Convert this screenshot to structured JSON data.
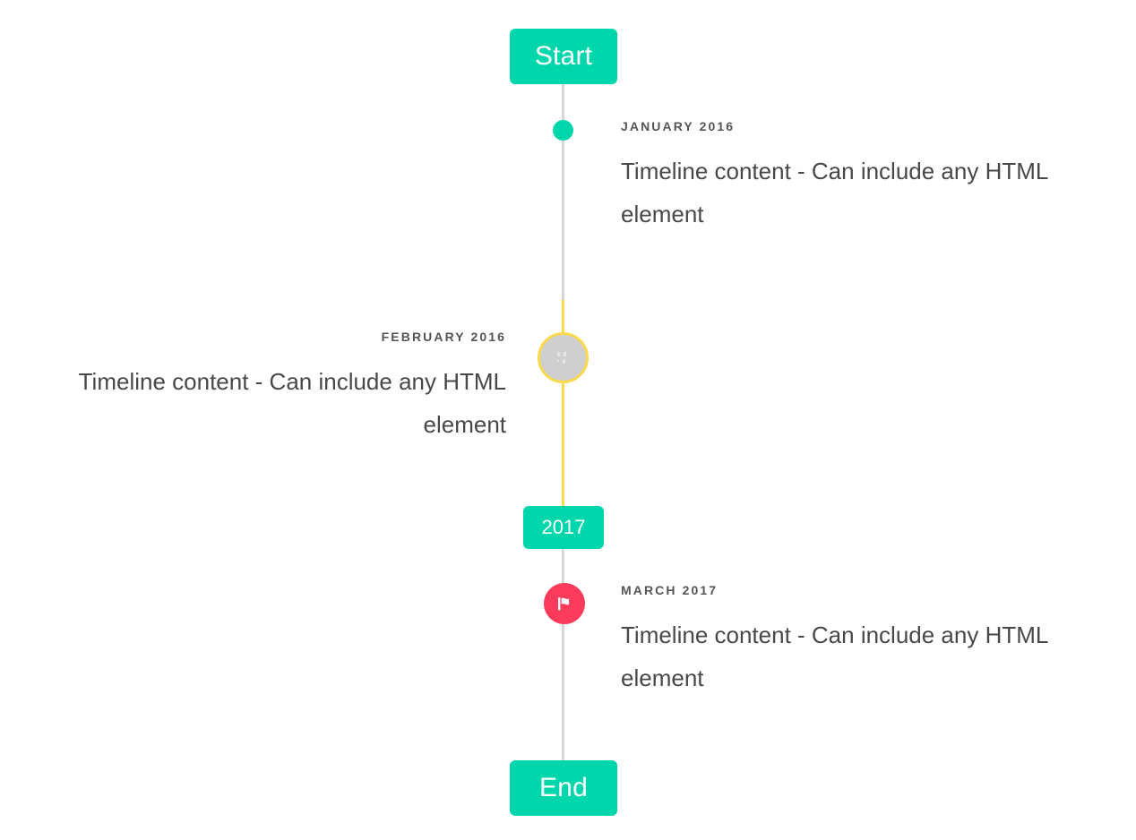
{
  "timeline": {
    "start_label": "Start",
    "end_label": "End",
    "mid_label": "2017",
    "colors": {
      "accent_teal": "#00d6ac",
      "rail_grey": "#d6d6d6",
      "rail_yellow": "#f8da4b",
      "marker_pink": "#fb3b5c",
      "marker_grey": "#cfcfcf",
      "date_text": "#555555",
      "body_text": "#47484a"
    },
    "entries": [
      {
        "date": "January 2016",
        "body": "Timeline content - Can include any HTML element",
        "side": "right",
        "marker_icon": "dot-icon"
      },
      {
        "date": "February 2016",
        "body": "Timeline content - Can include any HTML element",
        "side": "left",
        "marker_icon": "broken-image-icon"
      },
      {
        "date": "March 2017",
        "body": "Timeline content - Can include any HTML element",
        "side": "right",
        "marker_icon": "flag-icon"
      }
    ]
  }
}
